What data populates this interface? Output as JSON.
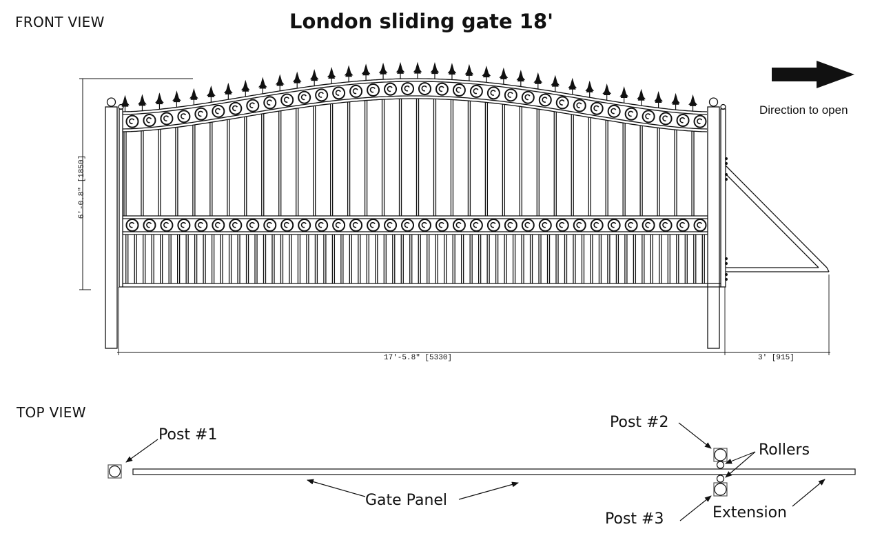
{
  "title": "London sliding gate 18'",
  "front_view": {
    "label": "FRONT VIEW",
    "height_dimension": "6'-0.8\" [1850]",
    "width_dimension": "17'-5.8\" [5330]",
    "extension_dimension": "3' [915]",
    "direction_label": "Direction to open",
    "gate": {
      "upper_picket_count": 34,
      "upper_scroll_count": 34,
      "middle_scroll_count": 34,
      "lower_picket_count": 68
    }
  },
  "top_view": {
    "label": "TOP VIEW",
    "callouts": {
      "post1": "Post #1",
      "post2": "Post #2",
      "post3": "Post #3",
      "rollers": "Rollers",
      "gate_panel": "Gate Panel",
      "extension": "Extension"
    }
  },
  "colors": {
    "line": "#111111",
    "background": "#ffffff"
  }
}
